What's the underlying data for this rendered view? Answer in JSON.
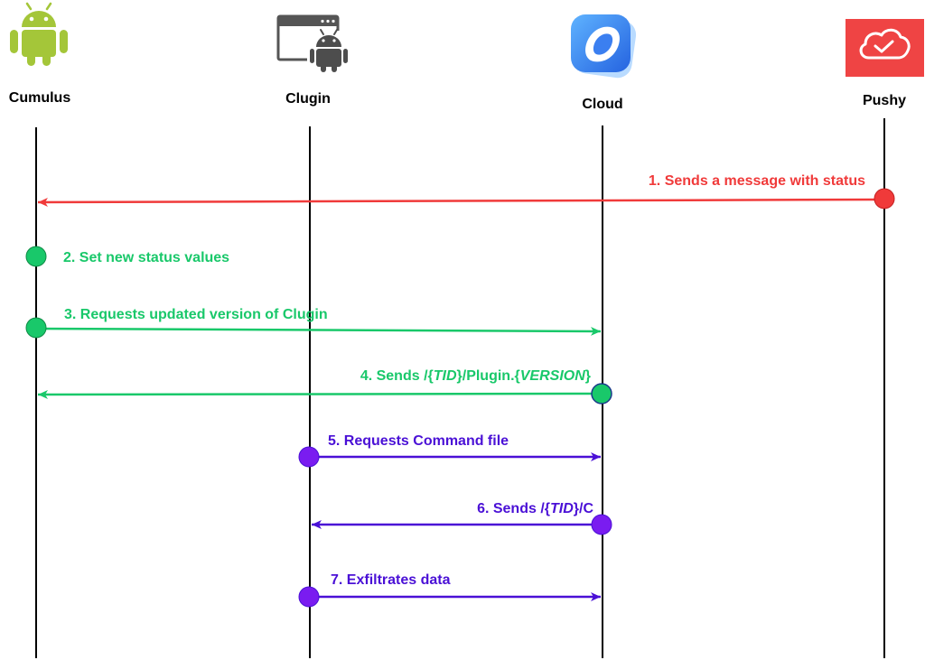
{
  "colors": {
    "red": "#f03a3a",
    "green": "#19c86a",
    "purple": "#4a10d6",
    "purple_dot": "#7a1cf0",
    "lifeline": "#000000"
  },
  "actors": [
    {
      "id": "cumulus",
      "label": "Cumulus",
      "icon": "android-robot-icon"
    },
    {
      "id": "clugin",
      "label": "Clugin",
      "icon": "browser-window-android-icon"
    },
    {
      "id": "cloud",
      "label": "Cloud",
      "icon": "cloud-app-icon"
    },
    {
      "id": "pushy",
      "label": "Pushy",
      "icon": "pushy-cloud-check-icon"
    }
  ],
  "messages": [
    {
      "label": "1. Sends a message with status"
    },
    {
      "label": "2. Set new status values"
    },
    {
      "label": "3. Requests updated version of Clugin"
    },
    {
      "label_parts": [
        "4. Sends /{",
        "TID",
        "}/Plugin.{",
        "VERSION",
        "}"
      ]
    },
    {
      "label": "5. Requests Command file"
    },
    {
      "label_parts": [
        "6. Sends /{",
        "TID",
        "}/C"
      ]
    },
    {
      "label": "7. Exfiltrates data"
    }
  ]
}
